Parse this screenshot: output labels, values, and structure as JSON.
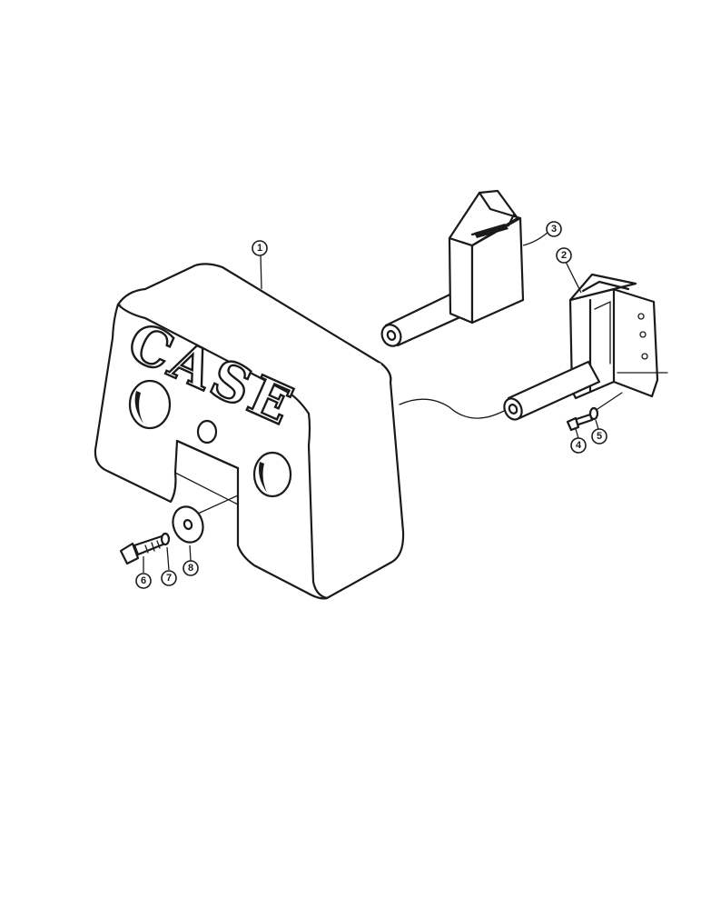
{
  "diagram": {
    "logo_text": "CASE",
    "callouts": [
      {
        "id": "callout-1",
        "label": "1"
      },
      {
        "id": "callout-2",
        "label": "2"
      },
      {
        "id": "callout-3",
        "label": "3"
      },
      {
        "id": "callout-4",
        "label": "4"
      },
      {
        "id": "callout-5",
        "label": "5"
      },
      {
        "id": "callout-6",
        "label": "6"
      },
      {
        "id": "callout-7",
        "label": "7"
      },
      {
        "id": "callout-8",
        "label": "8"
      }
    ]
  }
}
